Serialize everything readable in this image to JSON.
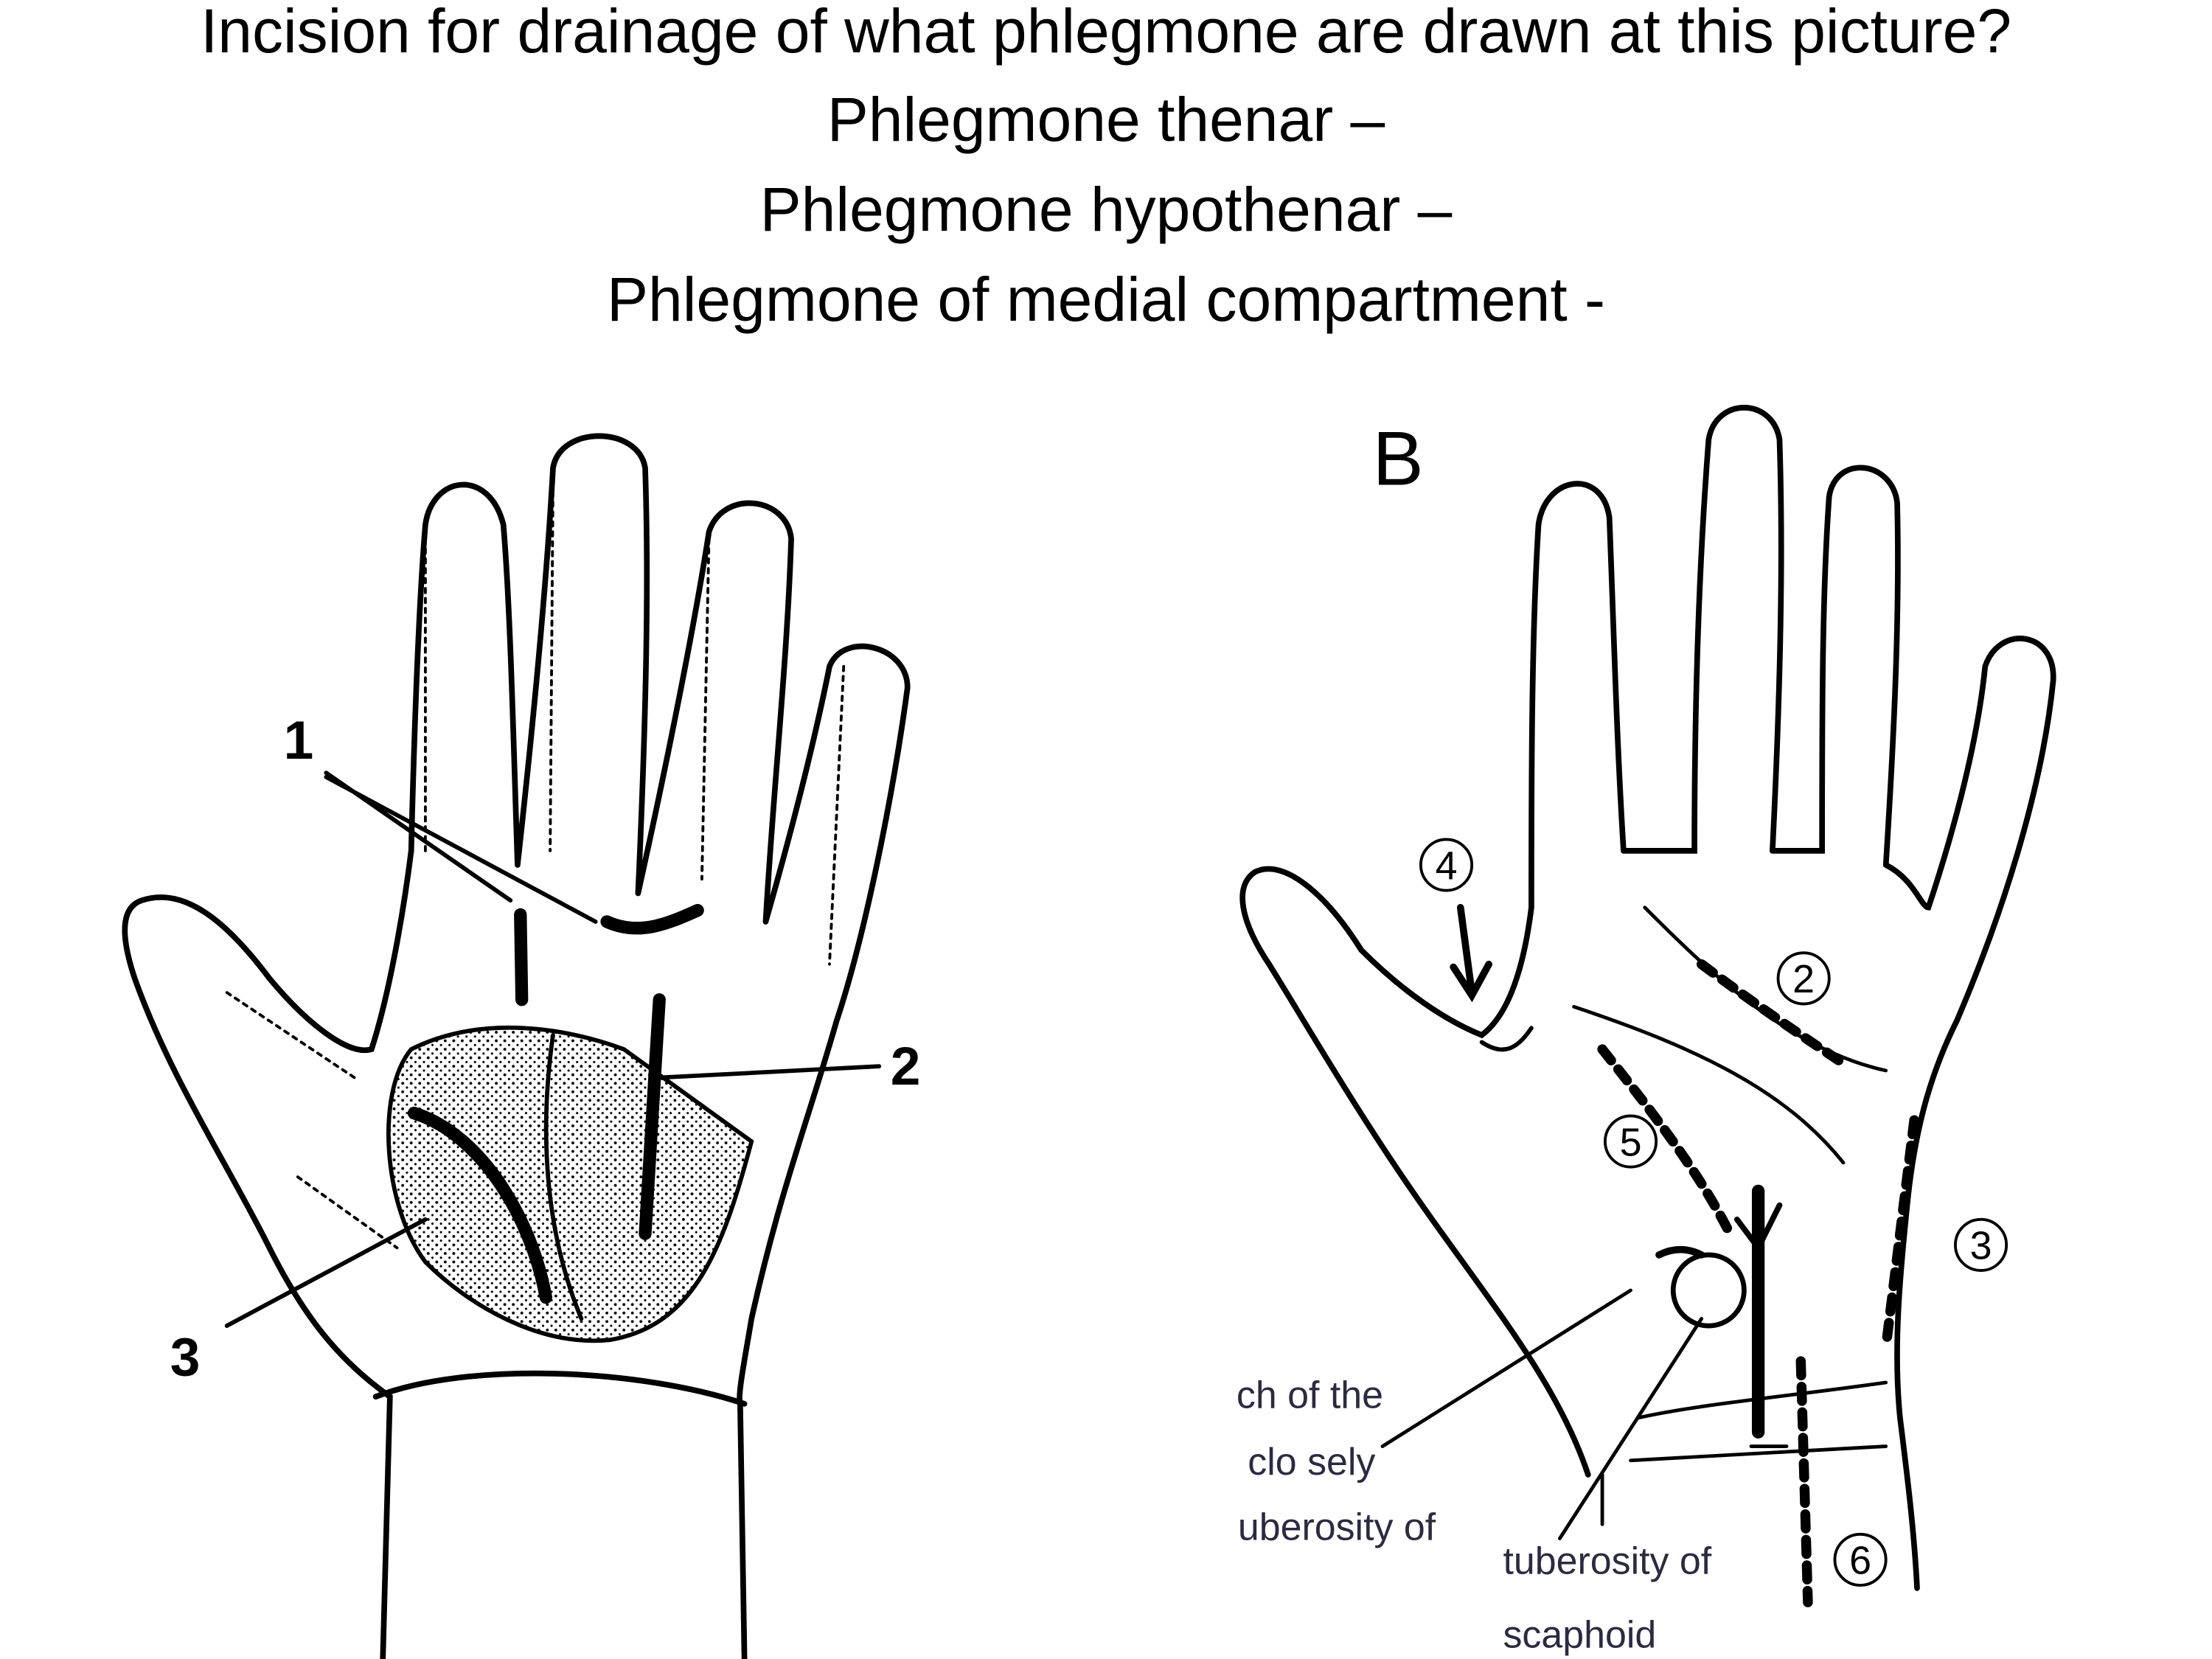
{
  "slide": {
    "question": "Incision for drainage of what phlegmone are drawn at this picture?",
    "lines": [
      "Phlegmone thenar –",
      "Phlegmone hypothenar –",
      "Phlegmone of medial compartment -"
    ]
  },
  "figure_a": {
    "labels": [
      "1",
      "2",
      "3"
    ]
  },
  "figure_b": {
    "panel_letter": "B",
    "circled_labels": [
      "4",
      "2",
      "5",
      "3",
      "6"
    ],
    "captions": [
      "ch of the",
      "clo sely",
      "uberosity of",
      "tuberosity of",
      "scaphoid"
    ]
  }
}
